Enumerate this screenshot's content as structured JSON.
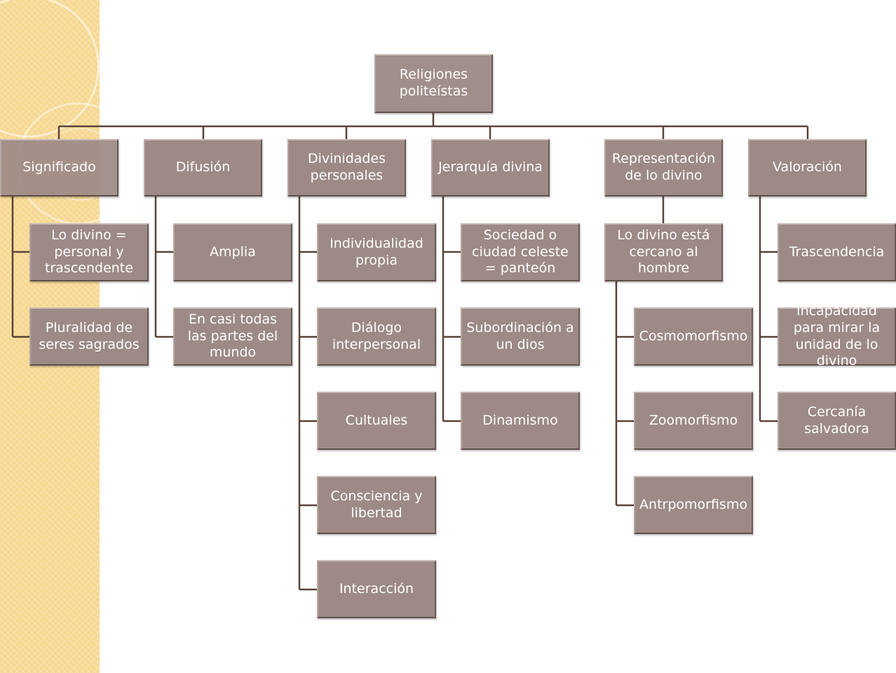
{
  "root": "Religiones politeístas",
  "categories": [
    {
      "label": "Significado",
      "items": [
        "Lo divino = personal y trascendente",
        "Pluralidad de seres sagrados"
      ]
    },
    {
      "label": "Difusión",
      "items": [
        "Amplia",
        "En casi todas las partes del mundo"
      ]
    },
    {
      "label": "Divinidades personales",
      "items": [
        "Individualidad propia",
        "Diálogo interpersonal",
        "Cultuales",
        "Consciencia y libertad",
        "Interacción"
      ]
    },
    {
      "label": "Jerarquía divina",
      "items": [
        "Sociedad o ciudad celeste = panteón",
        "Subordinación a un dios",
        "Dinamismo"
      ]
    },
    {
      "label": "Representación de lo divino",
      "sub": "Lo divino está cercano al hombre",
      "items": [
        "Cosmomorfismo",
        "Zoomorfismo",
        "Antrpomorfismo"
      ]
    },
    {
      "label": "Valoración",
      "items": [
        "Trascendencia",
        "Incapacidad para mirar la unidad de lo divino",
        "Cercanía salvadora"
      ]
    }
  ],
  "colors": {
    "box": "#9d8a86",
    "connector": "#5b4338",
    "side_band": "#f6d78e"
  }
}
